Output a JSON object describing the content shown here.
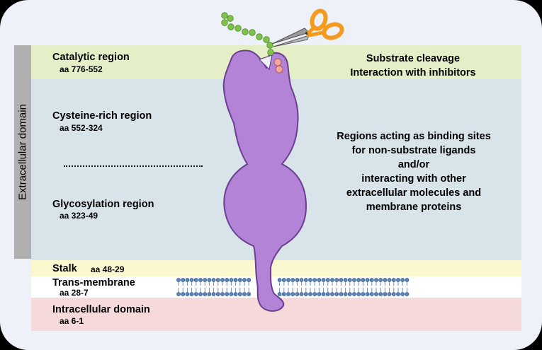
{
  "side_label": "Extracellular domain",
  "regions": {
    "catalytic": {
      "title": "Catalytic region",
      "aa": "aa 776-552"
    },
    "cysteine": {
      "title": "Cysteine-rich region",
      "aa": "aa 552-324"
    },
    "glyco": {
      "title": "Glycosylation region",
      "aa": "aa 323-49"
    },
    "stalk": {
      "title": "Stalk",
      "aa": "aa 48-29"
    },
    "tm": {
      "title": "Trans-membrane",
      "aa": "aa 28-7"
    },
    "intra": {
      "title": "Intracellular domain",
      "aa": "aa 6-1"
    }
  },
  "functions": {
    "catalytic": [
      "Substrate cleavage",
      "Interaction with inhibitors"
    ],
    "binding": [
      "Regions acting as binding sites",
      "for non-substrate ligands",
      "and/or",
      "interacting with other",
      "extracellular molecules and",
      "membrane proteins"
    ]
  },
  "colors": {
    "protein": "#b283d6",
    "protein_outline": "#6a3f8d",
    "substrate": "#7ec24a",
    "scissors_handle": "#f39a1f",
    "zinc": "#f2a7a0"
  }
}
